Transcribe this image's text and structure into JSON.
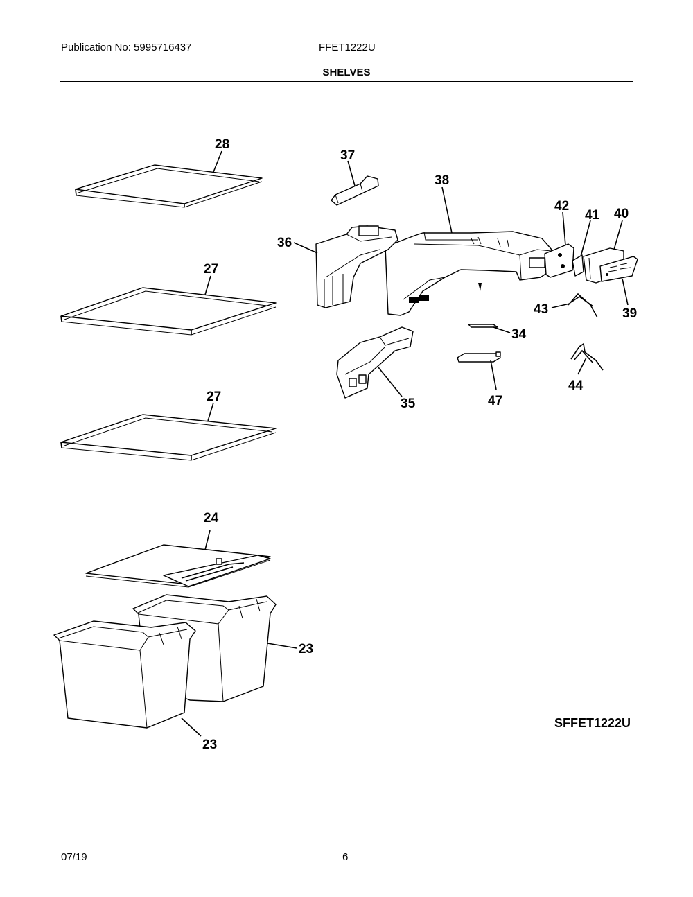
{
  "header": {
    "publication": "Publication No: 5995716437",
    "model": "FFET1222U",
    "section_title": "SHELVES"
  },
  "callouts": {
    "c28": "28",
    "c27a": "27",
    "c27b": "27",
    "c24": "24",
    "c23a": "23",
    "c23b": "23",
    "c37": "37",
    "c38": "38",
    "c36": "36",
    "c42": "42",
    "c41": "41",
    "c40": "40",
    "c39": "39",
    "c43": "43",
    "c34": "34",
    "c44": "44",
    "c35": "35",
    "c47": "47"
  },
  "diagram_code": "SFFET1222U",
  "footer": {
    "date": "07/19",
    "page": "6"
  }
}
